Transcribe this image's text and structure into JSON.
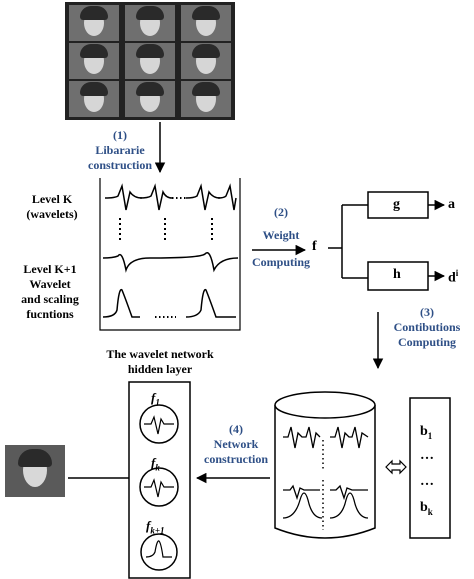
{
  "steps": {
    "s1": {
      "num": "(1)",
      "l1": "Libararie",
      "l2": "construction"
    },
    "s2": {
      "num": "(2)",
      "l1": "Weight",
      "l2": "Computing"
    },
    "s3": {
      "num": "(3)",
      "l1": "Contibutions",
      "l2": "Computing"
    },
    "s4": {
      "num": "(4)",
      "l1": "Network",
      "l2": "construction"
    }
  },
  "labels": {
    "level_k_1": "Level K",
    "level_k_2": "(wavelets)",
    "level_k1_1": "Level K+1",
    "level_k1_2": "Wavelet",
    "level_k1_3": "and scaling",
    "level_k1_4": "fucntions",
    "hidden_1": "The wavelet  network",
    "hidden_2": "hidden layer"
  },
  "nodes": {
    "f": "f",
    "g": "g",
    "h": "h",
    "a": "a",
    "d": "d",
    "d_sup": "i"
  },
  "neurons": [
    {
      "base": "f",
      "sub": "1"
    },
    {
      "base": "f",
      "sub": "k"
    },
    {
      "base": "f",
      "sub": "k+1"
    }
  ],
  "b_vector": {
    "b1": "b",
    "b1_sub": "1",
    "dots1": "…",
    "dots2": "…",
    "bk": "b",
    "bk_sub": "k"
  },
  "dots_row": "……"
}
